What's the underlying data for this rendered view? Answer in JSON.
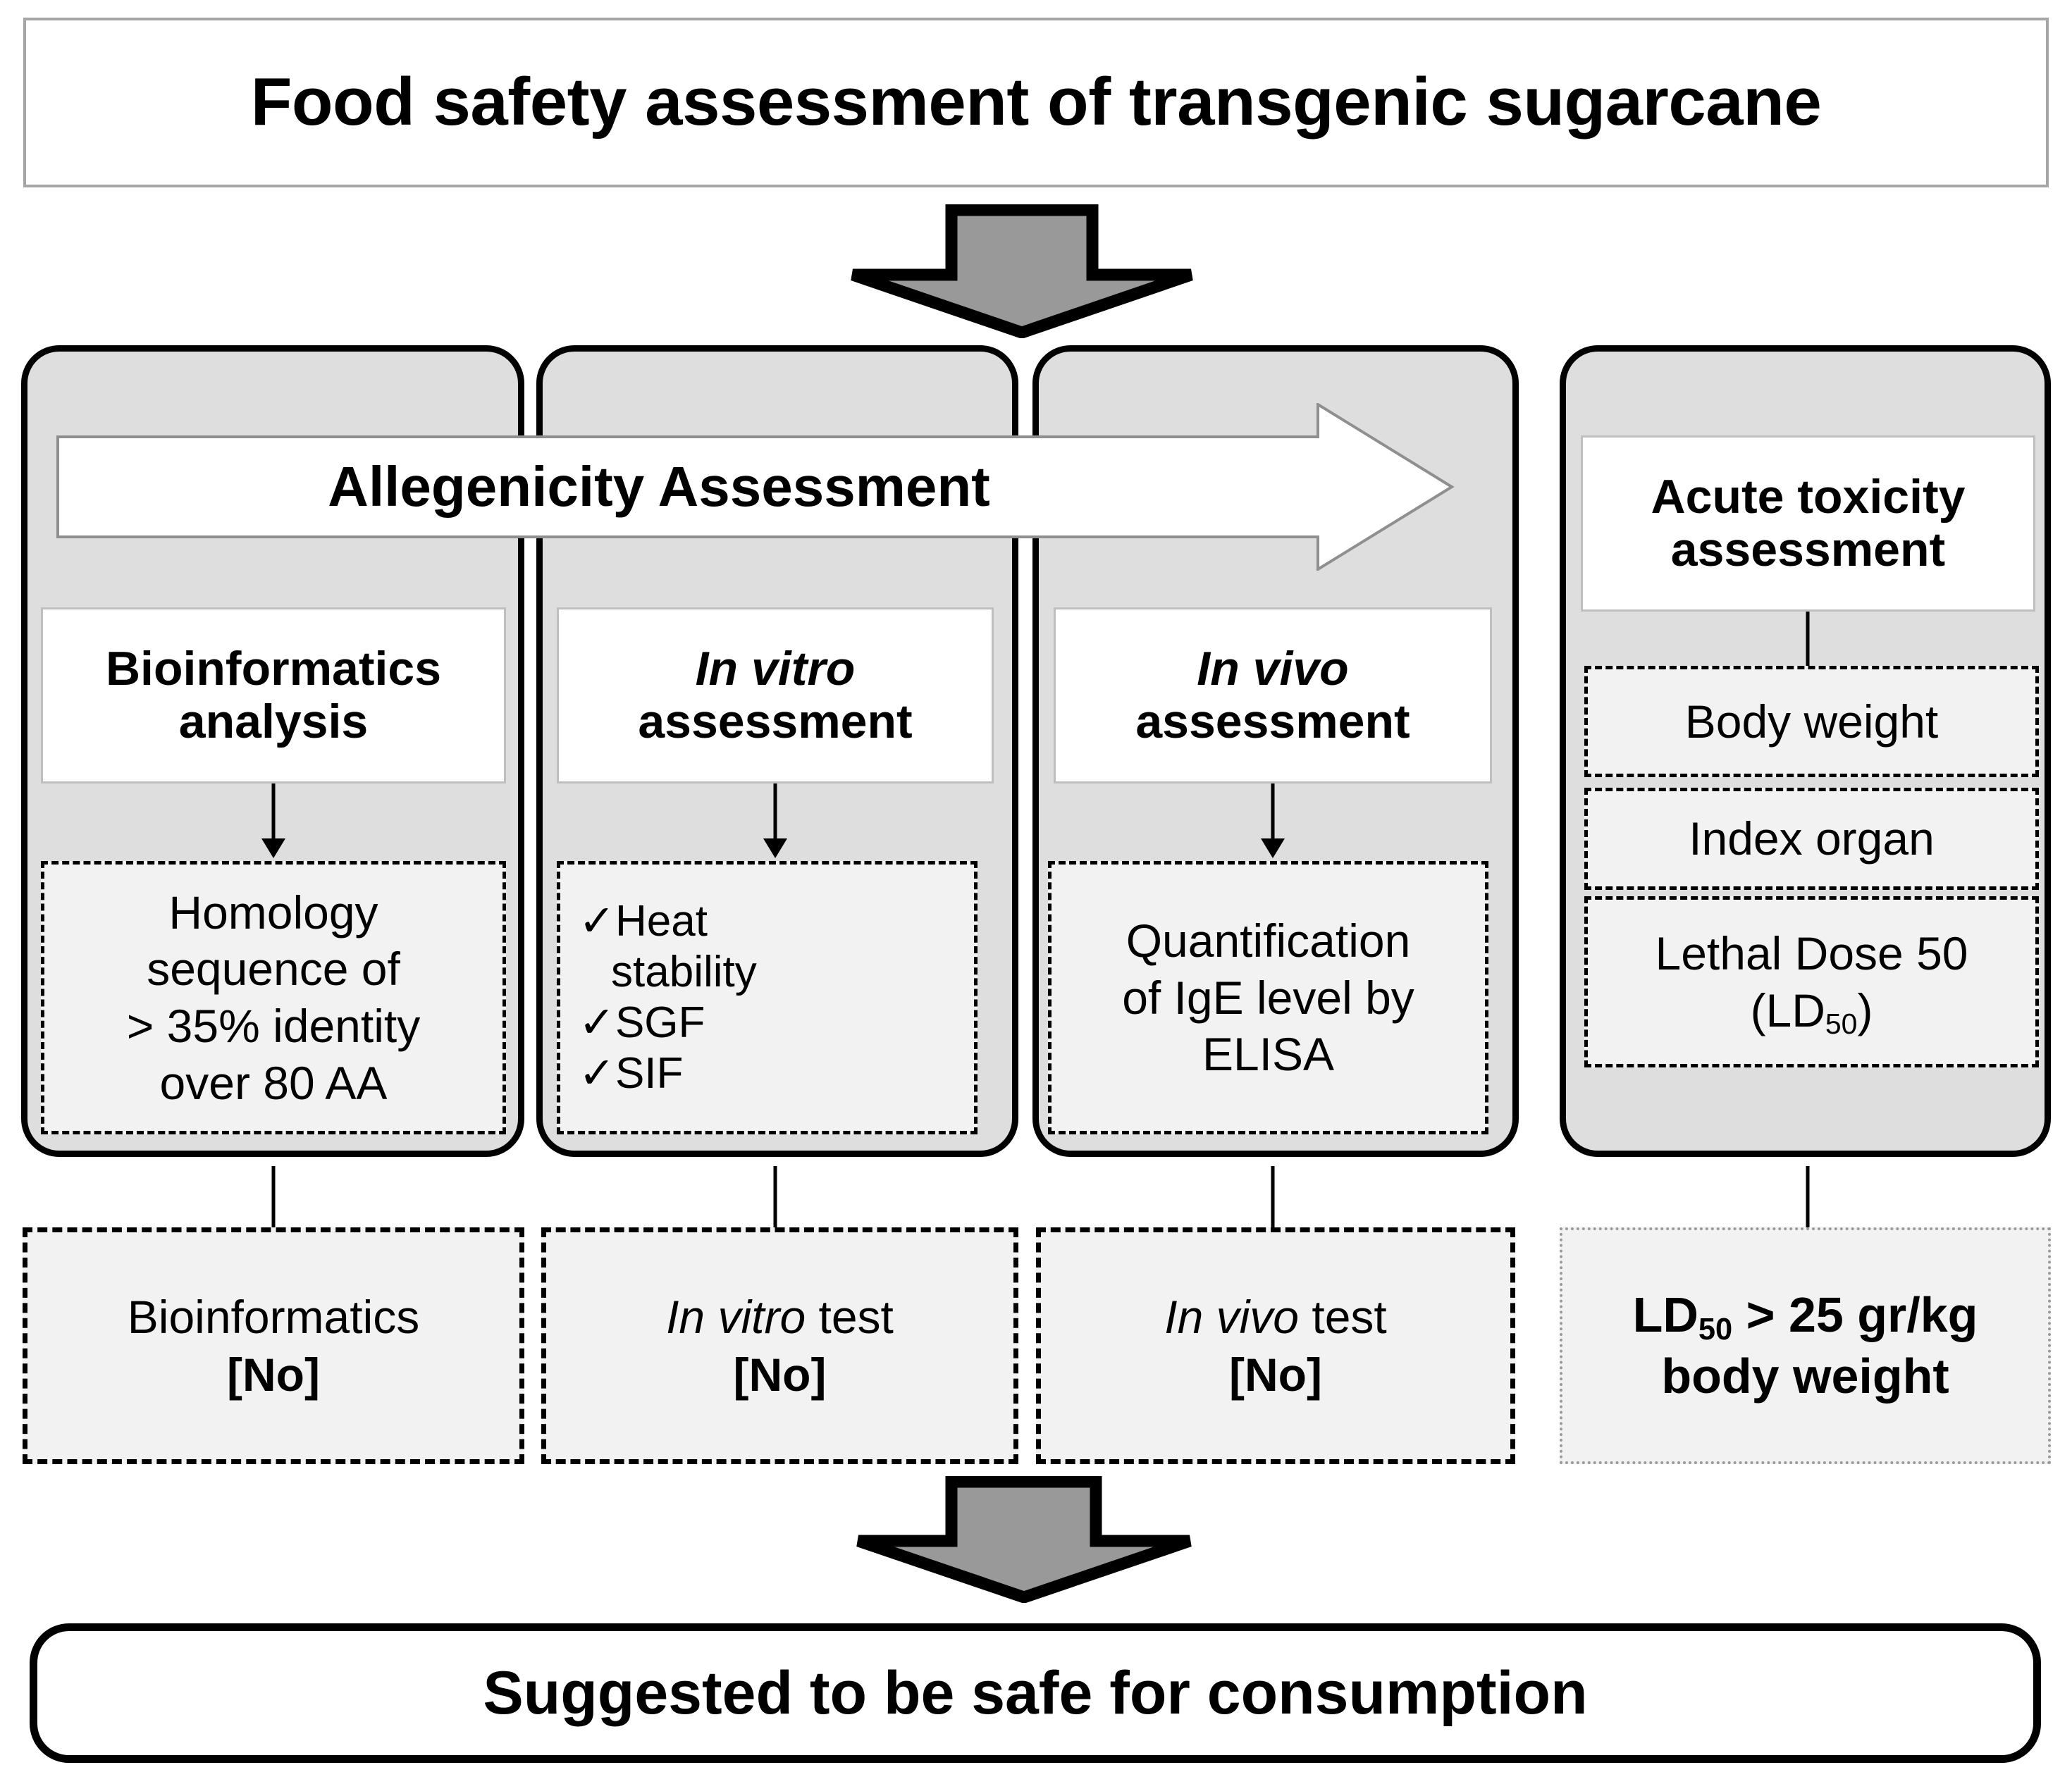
{
  "title": {
    "text": "Food safety assessment of transgenic sugarcane"
  },
  "allegenicity_banner": {
    "label": "Allegenicity Assessment"
  },
  "columns": [
    {
      "id": "bioinformatics",
      "header": "Bioinformatics\nanalysis",
      "detail_lines": [
        "Homology",
        "sequence of",
        "> 35% identity",
        "over 80 AA"
      ],
      "result_line1": "Bioinformatics",
      "result_line2": "[No]"
    },
    {
      "id": "in-vitro",
      "header_italic": "In vitro",
      "header_rest": "assessment",
      "checklist": [
        {
          "check": "✓",
          "text": "Heat",
          "continuation": "stability"
        },
        {
          "check": "✓",
          "text": "SGF",
          "continuation": ""
        },
        {
          "check": "✓",
          "text": "SIF",
          "continuation": ""
        }
      ],
      "result_italic": "In vitro",
      "result_rest": " test",
      "result_line2": "[No]"
    },
    {
      "id": "in-vivo",
      "header_italic": "In vivo",
      "header_rest": "assessment",
      "detail_lines": [
        "Quantification",
        "of IgE level by",
        "ELISA"
      ],
      "result_italic": "In vivo",
      "result_rest": " test",
      "result_line2": "[No]"
    },
    {
      "id": "acute-toxicity",
      "header": "Acute toxicity\nassessment",
      "items": [
        "Body weight",
        "Index organ"
      ],
      "ld50_line1": "Lethal Dose 50",
      "ld50_line2_pre": "(LD",
      "ld50_line2_sub": "50",
      "ld50_line2_post": ")",
      "result_pre": "LD",
      "result_sub": "50",
      "result_post": " > 25 gr/kg",
      "result_line2": "body weight"
    }
  ],
  "conclusion": {
    "text": "Suggested to be safe for consumption"
  },
  "colors": {
    "panel_fill": "#dedede",
    "detail_fill": "#f2f2f2",
    "arrow_fill": "#999999",
    "arrow_stroke": "#000000",
    "title_border": "#a6a6a6"
  },
  "icons": {
    "down_arrow": "down-fat-arrow",
    "right_arrow": "right-banner-arrow",
    "check": "check-mark"
  }
}
